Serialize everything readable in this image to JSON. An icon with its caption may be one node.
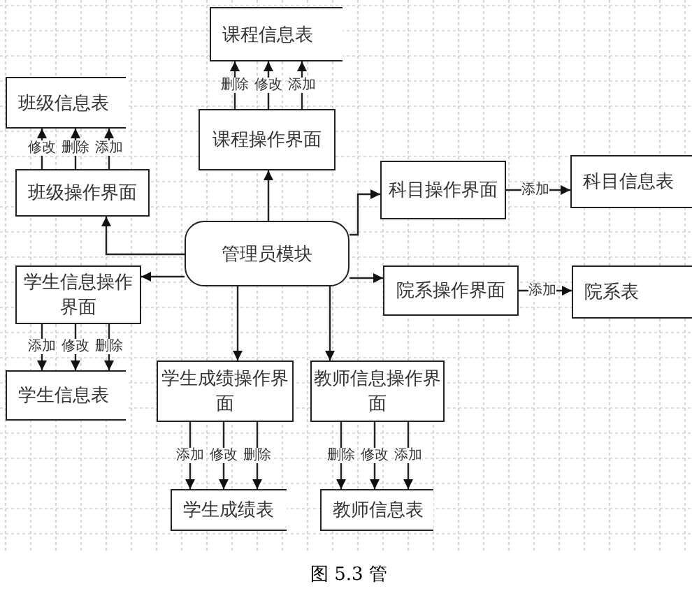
{
  "diagram": {
    "caption": "图 5.3 管",
    "nodes": [
      {
        "text": [
          "管理员模块"
        ]
      },
      {
        "text": [
          "课程信息表"
        ]
      },
      {
        "text": [
          "课程操作界面"
        ]
      },
      {
        "text": [
          "班级信息表"
        ]
      },
      {
        "text": [
          "班级操作界面"
        ]
      },
      {
        "text": [
          "科目操作界面"
        ]
      },
      {
        "text": [
          "科目信息表"
        ]
      },
      {
        "text": [
          "学生信息操作界面"
        ]
      },
      {
        "text": [
          "院系操作界面"
        ]
      },
      {
        "text": [
          "院系表"
        ]
      },
      {
        "text": [
          "学生信息表"
        ]
      },
      {
        "text": [
          "学生成绩操作界面"
        ]
      },
      {
        "text": [
          "教师信息操作界面"
        ]
      },
      {
        "text": [
          "学生成绩表"
        ]
      },
      {
        "text": [
          "教师信息表"
        ]
      }
    ],
    "edges": [
      {
        "from": 0,
        "to": 2,
        "arrow": "to"
      },
      {
        "from": 0,
        "to": 4,
        "arrow": "to"
      },
      {
        "from": 0,
        "to": 7,
        "arrow": "to"
      },
      {
        "from": 0,
        "to": 5,
        "arrow": "to"
      },
      {
        "from": 0,
        "to": 8,
        "arrow": "to"
      },
      {
        "from": 0,
        "to": 11,
        "arrow": "to"
      },
      {
        "from": 0,
        "to": 12,
        "arrow": "to"
      },
      {
        "from": 2,
        "to": 1,
        "arrow": "to",
        "label": "删除"
      },
      {
        "from": 2,
        "to": 1,
        "arrow": "to",
        "label": "修改"
      },
      {
        "from": 2,
        "to": 1,
        "arrow": "to",
        "label": "添加"
      },
      {
        "from": 4,
        "to": 3,
        "arrow": "to",
        "label": "修改"
      },
      {
        "from": 4,
        "to": 3,
        "arrow": "to",
        "label": "删除"
      },
      {
        "from": 4,
        "to": 3,
        "arrow": "to",
        "label": "添加"
      },
      {
        "from": 5,
        "to": 6,
        "arrow": "to",
        "label": "添加"
      },
      {
        "from": 8,
        "to": 9,
        "arrow": "to",
        "label": "添加"
      },
      {
        "from": 7,
        "to": 10,
        "arrow": "to",
        "label": "添加"
      },
      {
        "from": 7,
        "to": 10,
        "arrow": "to",
        "label": "修改"
      },
      {
        "from": 7,
        "to": 10,
        "arrow": "to",
        "label": "删除"
      },
      {
        "from": 11,
        "to": 13,
        "arrow": "to",
        "label": "添加"
      },
      {
        "from": 11,
        "to": 13,
        "arrow": "to",
        "label": "修改"
      },
      {
        "from": 11,
        "to": 13,
        "arrow": "to",
        "label": "删除"
      },
      {
        "from": 12,
        "to": 14,
        "arrow": "to",
        "label": "删除"
      },
      {
        "from": 12,
        "to": 14,
        "arrow": "to",
        "label": "修改"
      },
      {
        "from": 12,
        "to": 14,
        "arrow": "to",
        "label": "添加"
      }
    ]
  }
}
